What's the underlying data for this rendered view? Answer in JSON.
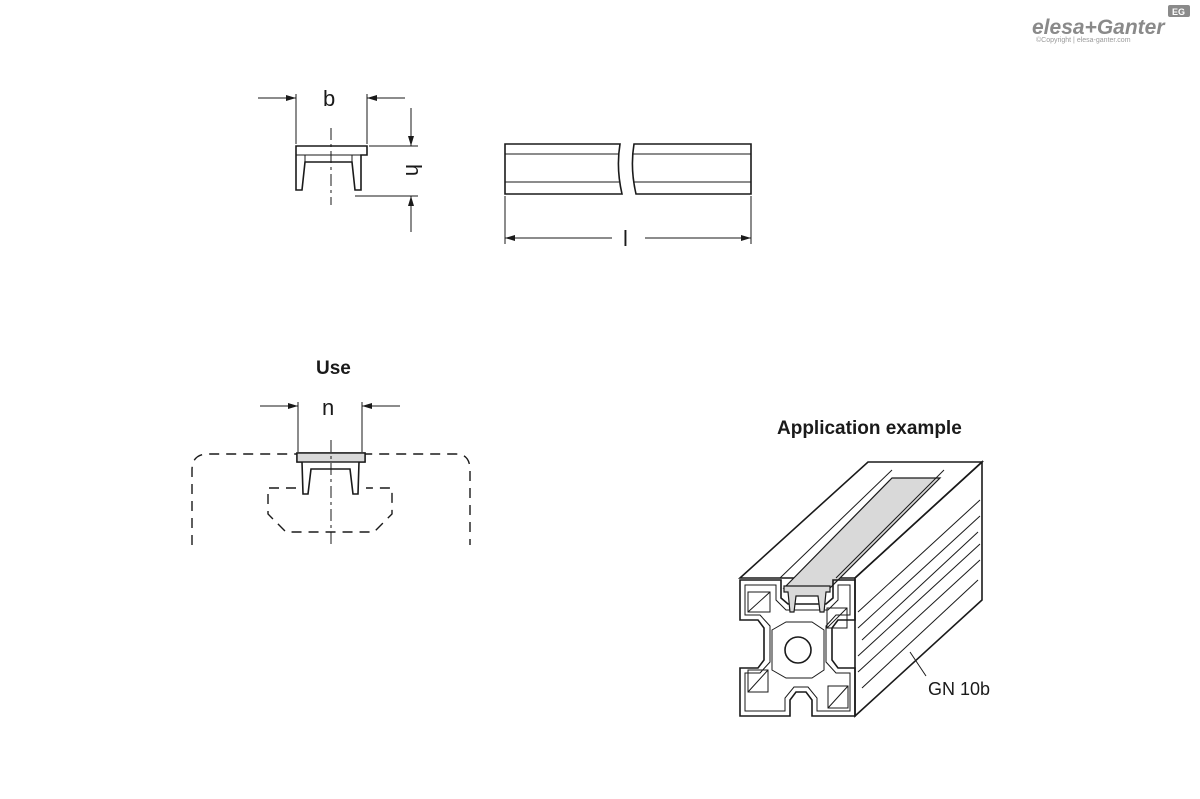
{
  "brand": {
    "name": "elesa+Ganter",
    "copyright": "©Copyright | elesa-ganter.com",
    "badge": "EG"
  },
  "dimensions": {
    "width_label": "b",
    "height_label": "h",
    "length_label": "l",
    "slot_label": "n"
  },
  "sections": {
    "use_title": "Use",
    "application_title": "Application example"
  },
  "callout": {
    "part_label": "GN 10b"
  },
  "colors": {
    "line": "#1a1a1a",
    "highlight": "#d9d9d9",
    "brand": "#8a8a8a"
  }
}
